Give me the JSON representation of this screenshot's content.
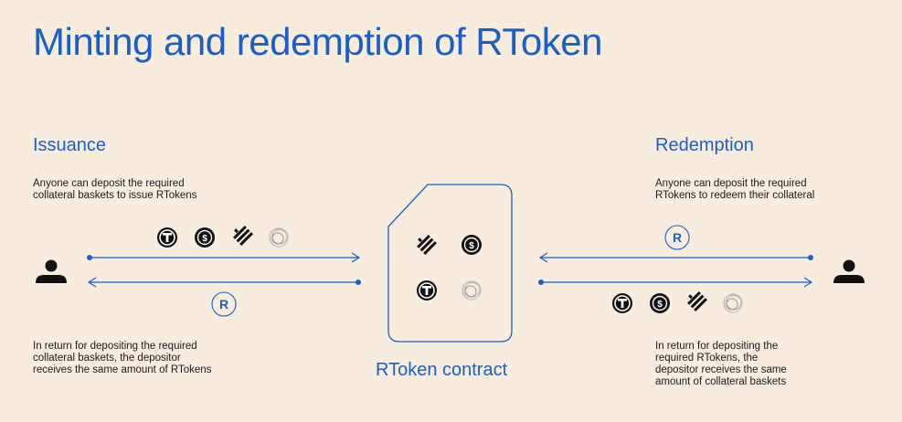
{
  "title": "Minting and redemption of RToken",
  "issuance": {
    "heading": "Issuance",
    "top_text": "Anyone can deposit the required\ncollateral baskets to issue RTokens",
    "bottom_text": "In return for depositing the required\ncollateral baskets, the depositor\nreceives the same amount of RTokens"
  },
  "redemption": {
    "heading": "Redemption",
    "top_text": "Anyone can deposit the required\nRTokens to redeem their collateral",
    "bottom_text": "In return for depositing the\nrequired RTokens, the\ndepositor receives the same\namount of collateral baskets"
  },
  "contract": {
    "label": "RToken contract"
  },
  "icons": {
    "token_icons": [
      "tether-token-icon",
      "usdc-token-icon",
      "busd-token-icon",
      "pax-token-icon"
    ],
    "rtoken_icon": "rtoken-icon",
    "user_icon": "user-icon"
  },
  "colors": {
    "background": "#f8ecdf",
    "accent": "#1c5fc4",
    "icon_dark": "#111111"
  }
}
